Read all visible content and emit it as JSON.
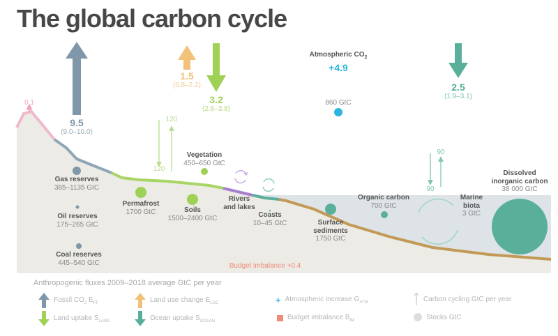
{
  "title": "The global carbon cycle",
  "fluxes": {
    "fossil": {
      "value": "9.5",
      "range": "(9.0–10.0)"
    },
    "land_use": {
      "value": "1.5",
      "range": "(0.8–2.2)"
    },
    "land_uptake": {
      "value": "3.2",
      "range": "(2.6–3.8)"
    },
    "ocean_uptake": {
      "value": "2.5",
      "range": "(1.9–3.1)"
    },
    "volcanic": {
      "value": "0.1"
    },
    "atmosphere": {
      "label": "Atmospheric CO",
      "sub": "2",
      "increase": "+4.9",
      "stock": "860 GtC"
    },
    "land_cycling": {
      "down": "120",
      "up": "120"
    },
    "ocean_cycling": {
      "down": "90",
      "up": "90"
    },
    "budget_imbalance": "Budget imbalance +0.4"
  },
  "stocks": [
    {
      "id": "gas",
      "label": "Gas reserves",
      "value": "385–1135 GtC"
    },
    {
      "id": "oil",
      "label": "Oil reserves",
      "value": "175–265 GtC"
    },
    {
      "id": "coal",
      "label": "Coal reserves",
      "value": "445–540 GtC"
    },
    {
      "id": "permafrost",
      "label": "Permafrost",
      "value": "1700 GtC"
    },
    {
      "id": "soils",
      "label": "Soils",
      "value": "1500–2400 GtC"
    },
    {
      "id": "vegetation",
      "label": "Vegetation",
      "value": "450–650 GtC"
    },
    {
      "id": "rivers",
      "label": "Rivers",
      "label2": "and lakes"
    },
    {
      "id": "coasts",
      "label": "Coasts",
      "value": "10–45 GtC"
    },
    {
      "id": "sediments",
      "label": "Surface",
      "label2": "sediments",
      "value": "1750 GtC"
    },
    {
      "id": "organic",
      "label": "Organic carbon",
      "value": "700 GtC"
    },
    {
      "id": "biota",
      "label": "Marine",
      "label2": "biota",
      "value": "3 GtC"
    },
    {
      "id": "dic",
      "label": "Dissolved",
      "label2": "inorganic carbon",
      "value": "38 000 GtC"
    }
  ],
  "legend": {
    "title": "Anthropogenic fluxes 2009–2018 average GtC per year",
    "items": [
      {
        "label": "Fossil CO",
        "sub1": "2",
        "mid": " E",
        "sub": "FF"
      },
      {
        "label": "Land use change E",
        "sub": "LUC"
      },
      {
        "label": "Atmospheric increase G",
        "sub": "ATM"
      },
      {
        "label": "Carbon cycling GtC per year"
      },
      {
        "label": "Land uptake S",
        "sub": "LAND"
      },
      {
        "label": "Ocean uptake S",
        "sub": "OCEAN"
      },
      {
        "label": "Budget imbalance B",
        "sub": "IM"
      },
      {
        "label": "Stocks GtC"
      }
    ]
  },
  "colors": {
    "fossil": "#7f97a8",
    "land_use": "#f2c27a",
    "land": "#9fd156",
    "ocean": "#5aaf9b",
    "atmosphere": "#29b6e0",
    "imbalance": "#f08a7a",
    "volcanic": "#f0a0c0",
    "rivers": "#a77fcf"
  }
}
